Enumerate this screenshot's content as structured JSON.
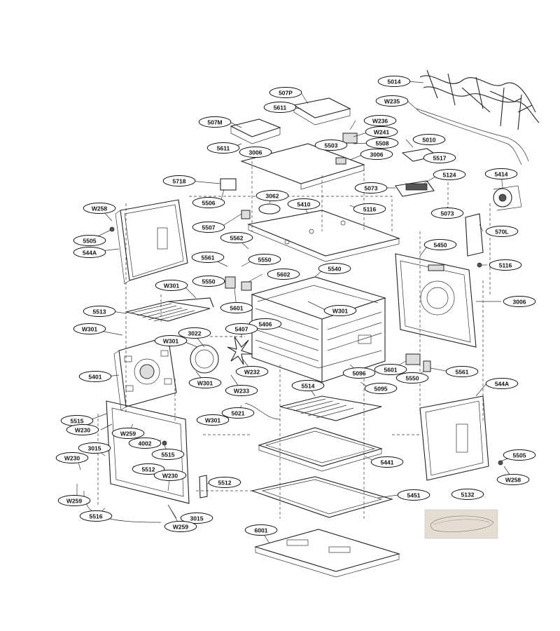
{
  "labels": {
    "p5014": "5014",
    "p507P": "507P",
    "pW235": "W235",
    "p5611a": "5611",
    "pW236": "W236",
    "p507M": "507M",
    "pW241": "W241",
    "p5508": "5508",
    "p5010": "5010",
    "p5503": "5503",
    "p5611b": "5611",
    "p3006a": "3006",
    "p3006b": "3006",
    "p5517": "5517",
    "p5124": "5124",
    "p5414": "5414",
    "p5718": "5718",
    "p5073a": "5073",
    "p3062": "3062",
    "p5506": "5506",
    "p5410": "5410",
    "p5116a": "5116",
    "p5073b": "5073",
    "pW258a": "W258",
    "p5507": "5507",
    "p570L": "570L",
    "p5505a": "5505",
    "p5562": "5562",
    "p544Aa": "544A",
    "p5450": "5450",
    "p5561a": "5561",
    "p5550a": "5550",
    "p5540": "5540",
    "p5116b": "5116",
    "p5602": "5602",
    "p5550b": "5550",
    "pW301a": "W301",
    "p3006c": "3006",
    "p5513": "5513",
    "p5601a": "5601",
    "pW301b": "W301",
    "p5406": "5406",
    "pW301c": "W301",
    "p3022": "3022",
    "p5407": "5407",
    "pW301d": "W301",
    "pW232": "W232",
    "p5601b": "5601",
    "p5096": "5096",
    "p5561b": "5561",
    "p5401": "5401",
    "pW301e": "W301",
    "p5550c": "5550",
    "pW233": "W233",
    "p5514": "5514",
    "p5095": "5095",
    "p544Ab": "544A",
    "p5021": "5021",
    "p5515a": "5515",
    "pW301f": "W301",
    "pW230a": "W230",
    "pW259a": "W259",
    "p4002": "4002",
    "p3015a": "3015",
    "p5515b": "5515",
    "pW230b": "W230",
    "p5512a": "5512",
    "p5441": "5441",
    "p5505b": "5505",
    "pW230c": "W230",
    "p5512b": "5512",
    "pW258b": "W258",
    "pW259b": "W259",
    "p5451": "5451",
    "p5132": "5132",
    "p5516": "5516",
    "p3015b": "3015",
    "pW259c": "W259",
    "p6001": "6001"
  }
}
